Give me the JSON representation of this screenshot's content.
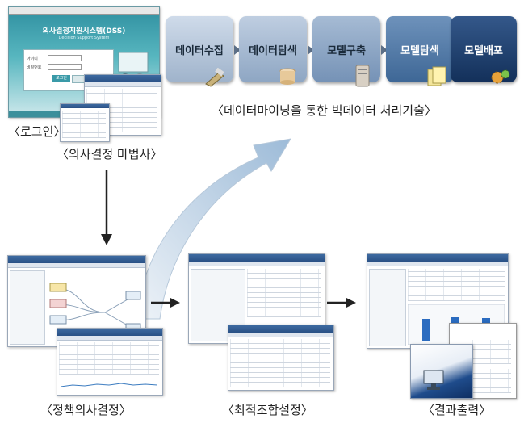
{
  "pipeline": {
    "steps": [
      "데이터수집",
      "데이터탐색",
      "모델구축",
      "모델탐색",
      "모델배포"
    ],
    "caption": "〈데이터마이닝을 통한 빅데이터 처리기술〉"
  },
  "login": {
    "caption": "〈로그인〉",
    "window_title": "의사결정지원시스템(DSS)",
    "window_subtitle": "Decision Support System",
    "field_id": "아이디",
    "field_pw": "비밀번호",
    "button": "로그인"
  },
  "wizard": {
    "caption": "〈의사결정 마법사〉"
  },
  "policy": {
    "caption": "〈정책의사결정〉"
  },
  "optimal": {
    "caption": "〈최적조합설정〉"
  },
  "result": {
    "caption": "〈결과출력〉"
  },
  "colors": {
    "step1": "#b7c8dc",
    "step2": "#a4b8cf",
    "step3": "#7f9cbc",
    "step4": "#4f77a4",
    "step5": "#1d3f6e",
    "arrow_dark": "#222222",
    "big_arrow": "#a9c3db"
  }
}
